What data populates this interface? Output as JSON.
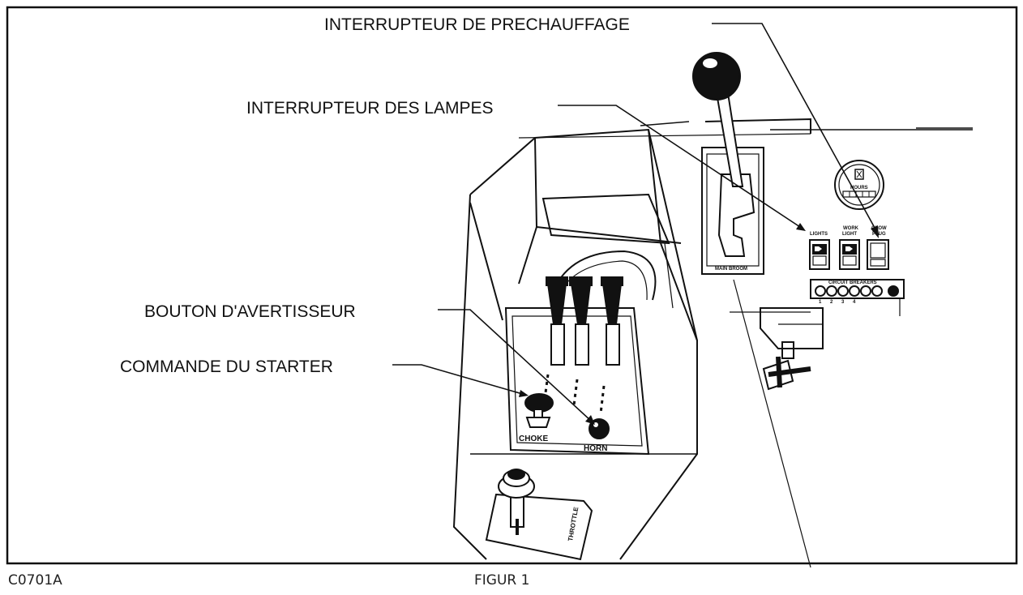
{
  "figure": {
    "code": "C0701A",
    "title": "FIGUR 1"
  },
  "callouts": {
    "glow_plug_switch": "INTERRUPTEUR DE PRECHAUFFAGE",
    "lights_switch": "INTERRUPTEUR DES LAMPES",
    "horn_button": "BOUTON D'AVERTISSEUR",
    "choke_control": "COMMANDE DU STARTER"
  },
  "panel_labels": {
    "lights": "LIGHTS",
    "work_light_1": "WORK",
    "work_light_2": "LIGHT",
    "glow_plug_1": "GLOW",
    "glow_plug_2": "PLUG",
    "hours": "HOURS",
    "main_broom": "MAIN BROOM",
    "circuit_breakers": "CIRCUIT BREAKERS",
    "cb_1": "1",
    "cb_2": "2",
    "cb_3": "3",
    "cb_4": "4",
    "choke": "CHOKE",
    "horn": "HORN",
    "throttle": "THROTTLE"
  },
  "colors": {
    "line": "#111111",
    "background": "#ffffff",
    "shading": "#cfcfcf"
  }
}
